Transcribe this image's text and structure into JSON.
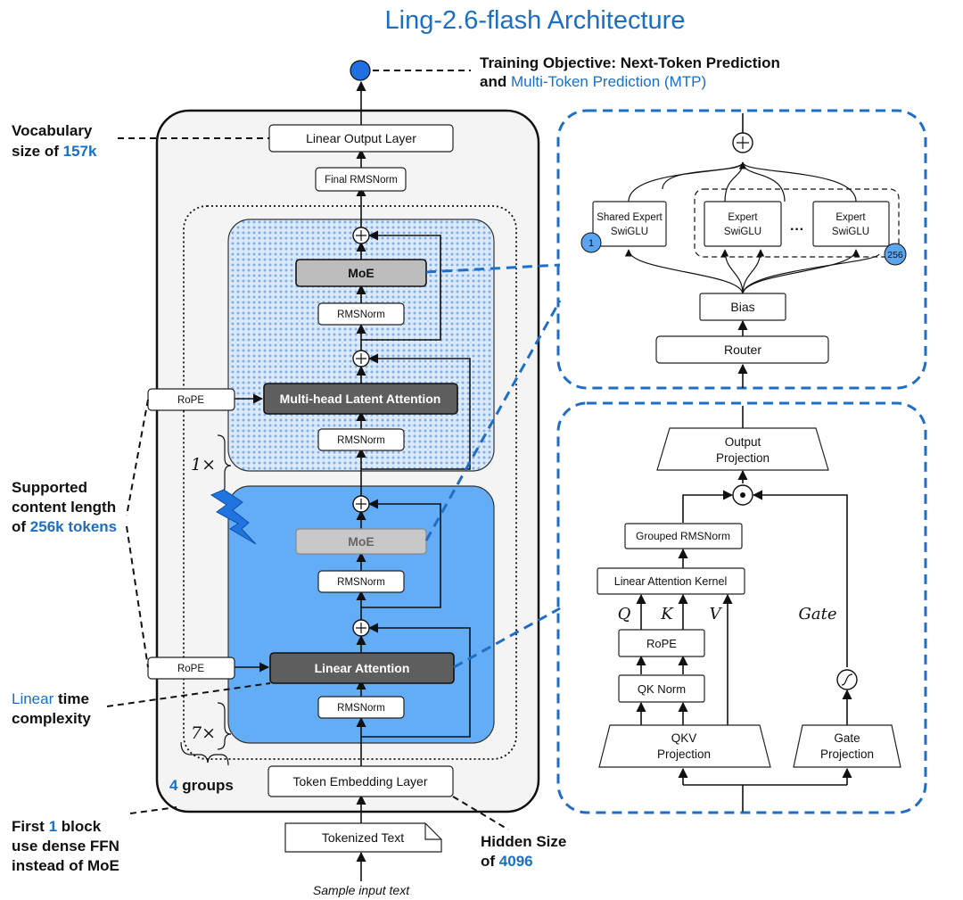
{
  "title": "Ling-2.6-flash Architecture",
  "training": {
    "line1": "Training Objective: Next-Token Prediction",
    "line2_prefix": "and ",
    "line2_blue": "Multi-Token Prediction (MTP)"
  },
  "vocab": {
    "line1": "Vocabulary",
    "line2_prefix": "size of ",
    "line2_blue": "157k"
  },
  "context": {
    "line1": "Supported",
    "line2": "content length",
    "line3_prefix": "of ",
    "line3_blue": "256k tokens"
  },
  "linear_time": {
    "blue": "Linear",
    "rest": " time",
    "line2": "complexity"
  },
  "groups": {
    "blue": "4",
    "rest": " groups"
  },
  "dense": {
    "line1_prefix": "First ",
    "line1_blue": "1",
    "line1_rest": " block",
    "line2": "use dense FFN",
    "line3": "instead of MoE"
  },
  "hidden": {
    "line1": "Hidden Size",
    "line2_prefix": "of ",
    "line2_blue": "4096"
  },
  "main": {
    "linear_output": "Linear Output Layer",
    "final_norm": "Final RMSNorm",
    "moe": "MoE",
    "rmsnorm": "RMSNorm",
    "mla": "Multi-head Latent Attention",
    "rope": "RoPE",
    "linear_attention": "Linear Attention",
    "token_embedding": "Token Embedding Layer",
    "tokenized_text": "Tokenized Text",
    "sample_input": "Sample input text",
    "repeat_top": "1×",
    "repeat_bottom": "7×"
  },
  "moe_detail": {
    "shared_expert": [
      "Shared Expert",
      "SwiGLU"
    ],
    "expert": [
      "Expert",
      "SwiGLU"
    ],
    "ellipsis": "···",
    "badge_first": "1",
    "badge_last": "256",
    "bias": "Bias",
    "router": "Router"
  },
  "attn_detail": {
    "output_projection": [
      "Output",
      "Projection"
    ],
    "grouped_rmsnorm": "Grouped RMSNorm",
    "kernel": "Linear Attention Kernel",
    "q": "Q",
    "k": "K",
    "v": "V",
    "gate": "Gate",
    "rope": "RoPE",
    "qk_norm": "QK Norm",
    "qkv_projection": [
      "QKV",
      "Projection"
    ],
    "gate_projection": [
      "Gate",
      "Projection"
    ]
  },
  "colors": {
    "title_blue": "#1a6fc4",
    "panel_border": "#1f6ec5",
    "linear_block": "#63adf7",
    "mla_block": "#d6e6f8",
    "dark_box": "#5e5e5e",
    "moe_box": "#bdbdbd",
    "lightning": "#1f74e0"
  }
}
